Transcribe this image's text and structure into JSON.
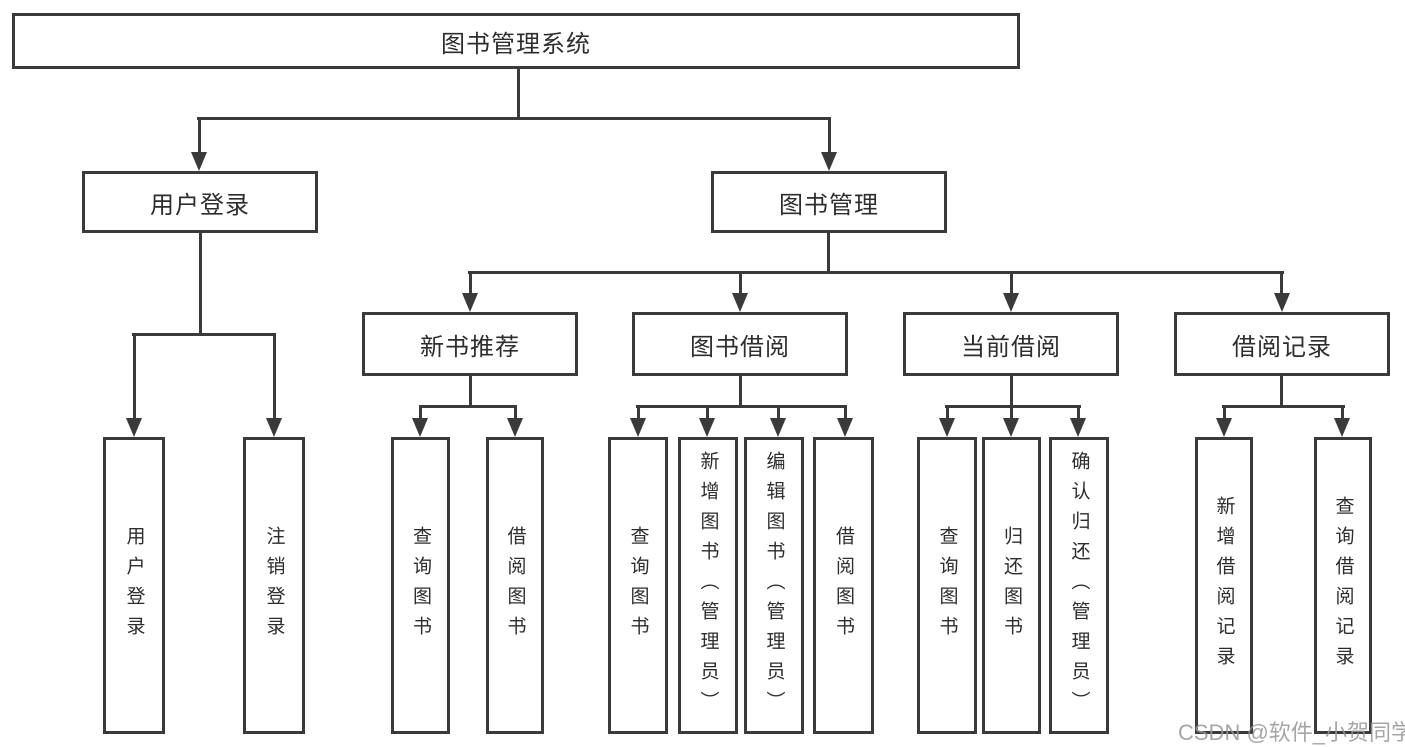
{
  "diagram_type": "hierarchy-tree",
  "nodes": {
    "root": "图书管理系统",
    "level2": {
      "user_login": "用户登录",
      "book_mgmt": "图书管理"
    },
    "level3": {
      "new_books": "新书推荐",
      "book_borrow": "图书借阅",
      "current_borrow": "当前借阅",
      "borrow_records": "借阅记录"
    },
    "leaves": {
      "user_login_login": "用户登录",
      "user_login_logout": "注销登录",
      "new_books_query": "查询图书",
      "new_books_borrow": "借阅图书",
      "borrow_query": "查询图书",
      "borrow_add": "新增图书（管理员）",
      "borrow_edit": "编辑图书（管理员）",
      "borrow_borrow": "借阅图书",
      "current_query": "查询图书",
      "current_return": "归还图书",
      "current_confirm": "确认归还（管理员）",
      "records_add": "新增借阅记录",
      "records_query": "查询借阅记录"
    }
  },
  "watermark": "CSDN @软件_小贺同学",
  "colors": {
    "line": "#3a3a3a",
    "box_border": "#3a3a3a",
    "box_fill": "#ffffff",
    "text": "#2d2d2d",
    "watermark": "#969696",
    "background": "#ffffff"
  }
}
